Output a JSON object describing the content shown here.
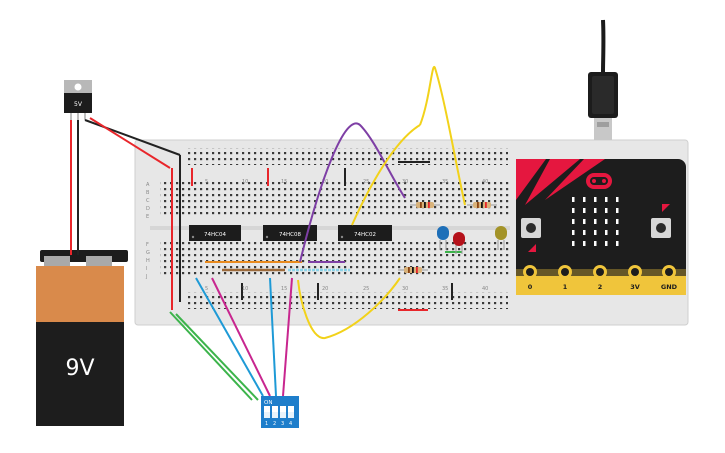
{
  "regulator": {
    "label": "5V"
  },
  "battery": {
    "label": "9V"
  },
  "chips": [
    {
      "label": "74HC04"
    },
    {
      "label": "74HC08"
    },
    {
      "label": "74HC02"
    }
  ],
  "breadboard": {
    "col_numbers_top": [
      "5",
      "10",
      "15",
      "20",
      "25",
      "30",
      "35",
      "40"
    ],
    "col_numbers_bottom": [
      "5",
      "10",
      "15",
      "20",
      "25",
      "30",
      "35",
      "40"
    ],
    "row_letters_top": [
      "A",
      "B",
      "C",
      "D",
      "E"
    ],
    "row_letters_bottom": [
      "F",
      "G",
      "H",
      "I",
      "J"
    ]
  },
  "dip_switch": {
    "on_label": "ON",
    "numbers": [
      "1",
      "2",
      "3",
      "4"
    ]
  },
  "microbit": {
    "pins": [
      {
        "label": "0"
      },
      {
        "label": "1"
      },
      {
        "label": "2"
      },
      {
        "label": "3V"
      },
      {
        "label": "GND"
      }
    ]
  },
  "colors": {
    "wire_red": "#e8262b",
    "wire_black": "#222222",
    "wire_green": "#3cb44b",
    "wire_blue": "#1e9ad6",
    "wire_magenta": "#c8268f",
    "wire_purple": "#7e3fa5",
    "wire_yellow": "#f2d21a",
    "wire_orange": "#e88a1d",
    "wire_brown": "#9c6a3b",
    "wire_lightblue": "#8ad3e8",
    "microbit_body": "#1d1d1d",
    "microbit_accent": "#e5173f",
    "microbit_gold": "#f0c53b",
    "battery_orange": "#d98a4b",
    "dip_blue": "#1e7ecb"
  }
}
